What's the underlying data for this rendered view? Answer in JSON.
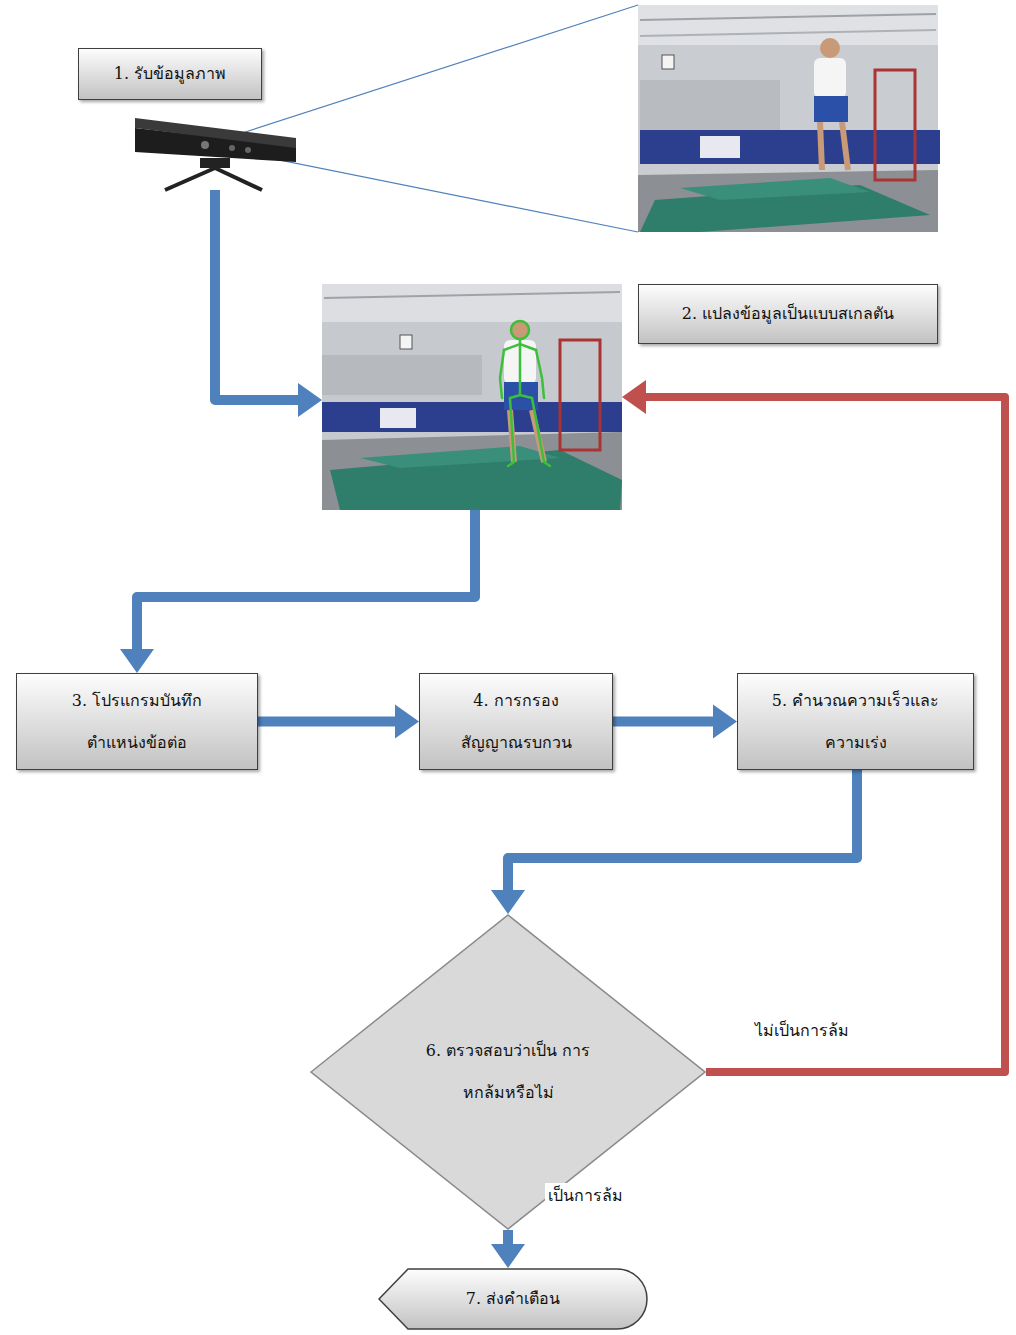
{
  "diagram": {
    "nodes": [
      {
        "text": [
          "1. รับข้อมูลภาพ"
        ]
      },
      {
        "text": [
          "2. แปลงข้อมูลเป็นแบบสเกลตัน"
        ]
      },
      {
        "text": [
          "3. โปรแกรมบันทึก ตำแหน่งข้อต่อ"
        ]
      },
      {
        "text": [
          "4. การกรอง สัญญาณรบกวน"
        ]
      },
      {
        "text": [
          "5. คำนวณความเร็วและ ความเร่ง"
        ]
      },
      {
        "text": [
          "6. ตรวจสอบว่าเป็น การหกล้มหรือไม่"
        ]
      },
      {
        "text": [
          "7. ส่งคำเตือน"
        ]
      }
    ],
    "edges": [
      {
        "from": 0,
        "to": 1,
        "arrow": "to"
      },
      {
        "from": 1,
        "to": 2,
        "arrow": "to"
      },
      {
        "from": 2,
        "to": 3,
        "arrow": "to"
      },
      {
        "from": 3,
        "to": 4,
        "arrow": "to"
      },
      {
        "from": 4,
        "to": 5,
        "arrow": "to"
      },
      {
        "from": 5,
        "to": 6,
        "label": "เป็นการล้ม",
        "arrow": "to"
      },
      {
        "from": 5,
        "to": 1,
        "label": "ไม่เป็นการล้ม",
        "arrow": "to"
      }
    ]
  }
}
